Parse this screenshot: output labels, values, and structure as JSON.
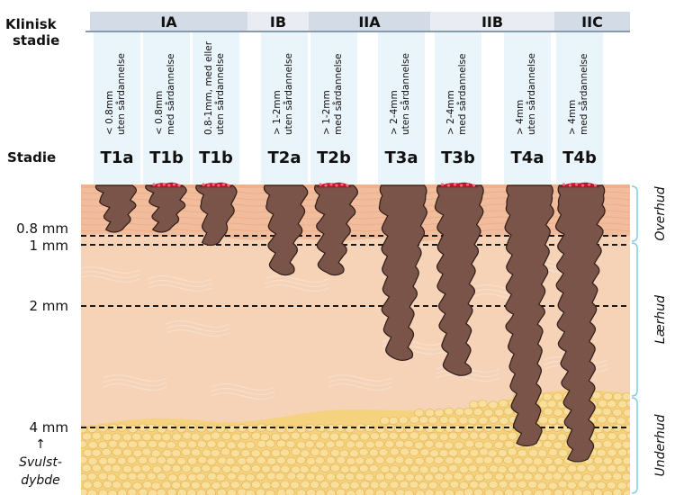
{
  "header": {
    "clinical_stage_label": "Klinisk stadie",
    "stage_label": "Stadie",
    "groups": [
      {
        "label": "IA",
        "shade": "#d3dbe6"
      },
      {
        "label": "IB",
        "shade": "#e9ecf2"
      },
      {
        "label": "IIA",
        "shade": "#d3dbe6"
      },
      {
        "label": "IIB",
        "shade": "#e9ecf2"
      },
      {
        "label": "IIC",
        "shade": "#d3dbe6"
      }
    ]
  },
  "stages": [
    {
      "code": "T1a",
      "desc_line1": "< 0.8mm",
      "desc_line2": "uten sårdannelse",
      "depth_mm": 0.7,
      "ulcerated": false
    },
    {
      "code": "T1b",
      "desc_line1": "< 0.8mm",
      "desc_line2": "med sårdannelse",
      "depth_mm": 0.7,
      "ulcerated": true
    },
    {
      "code": "T1b",
      "desc_line1": "0.8-1mm, med eller",
      "desc_line2": "uten sårdannelse",
      "depth_mm": 0.95,
      "ulcerated": true
    },
    {
      "code": "T2a",
      "desc_line1": "> 1-2mm",
      "desc_line2": "uten sårdannelse",
      "depth_mm": 1.45,
      "ulcerated": false
    },
    {
      "code": "T2b",
      "desc_line1": "> 1-2mm",
      "desc_line2": "med sårdannelse",
      "depth_mm": 1.45,
      "ulcerated": true
    },
    {
      "code": "T3a",
      "desc_line1": "> 2-4mm",
      "desc_line2": "uten sårdannelse",
      "depth_mm": 2.85,
      "ulcerated": false
    },
    {
      "code": "T3b",
      "desc_line1": "> 2-4mm",
      "desc_line2": "med sårdannelse",
      "depth_mm": 3.1,
      "ulcerated": true
    },
    {
      "code": "T4a",
      "desc_line1": "> 4mm",
      "desc_line2": "uten sårdannelse",
      "depth_mm": 4.25,
      "ulcerated": false
    },
    {
      "code": "T4b",
      "desc_line1": "> 4mm",
      "desc_line2": "med sårdannelse",
      "depth_mm": 4.5,
      "ulcerated": true
    }
  ],
  "depth_markers": [
    {
      "label": "0.8 mm",
      "mm": 0.8
    },
    {
      "label": "1 mm",
      "mm": 1
    },
    {
      "label": "2 mm",
      "mm": 2
    },
    {
      "label": "4 mm",
      "mm": 4
    }
  ],
  "tumor_depth_label": {
    "arrow": "↑",
    "line1": "Svulst-",
    "line2": "dybde"
  },
  "layers": [
    {
      "name": "Overhud",
      "color": "#f2bd9c"
    },
    {
      "name": "Lærhud",
      "color": "#f6d2b7"
    },
    {
      "name": "Underhud",
      "color": "#f5d27d"
    }
  ],
  "colors": {
    "tumor": "#7a5449",
    "tumor_outline": "#2e1d18",
    "ulcer": "#c8142c",
    "bracket": "#7fcde6",
    "dashed_line": "#1a1a1a"
  }
}
